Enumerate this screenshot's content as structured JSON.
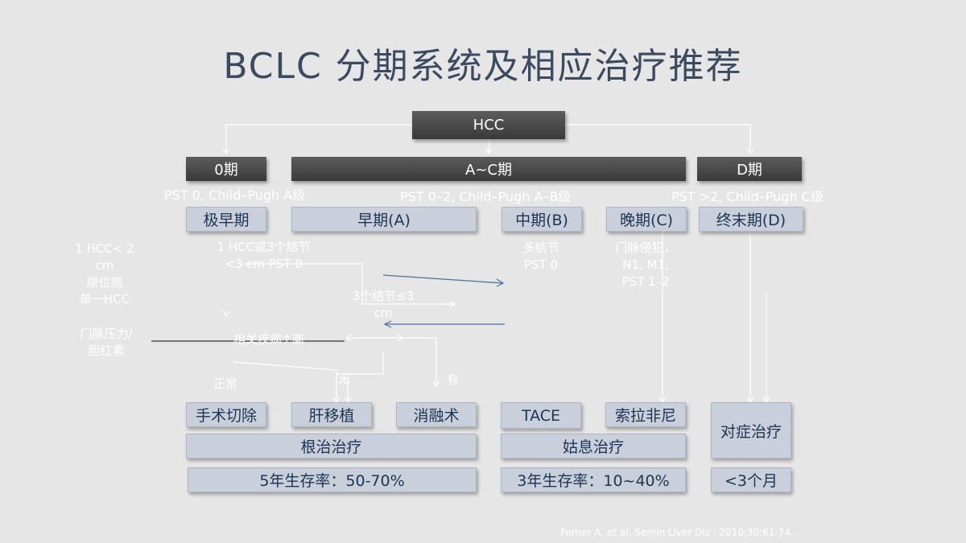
{
  "title": "BCLC 分期系统及相应治疗推荐",
  "root": "HCC",
  "stages": {
    "s0": "0期",
    "sac": "A~C期",
    "sd": "D期"
  },
  "pst": {
    "p0": "PST 0, Child–Pugh A级",
    "pac": "PST 0–2, Child–Pugh A–B级",
    "pd": "PST >2, Child–Pugh C级"
  },
  "substages": {
    "very_early": "极早期",
    "early": "早期(A)",
    "intermediate": "中期(B)",
    "advanced": "晚期(C)",
    "terminal": "终末期(D)"
  },
  "criteria": {
    "very_early_1": "1 HCC< 2",
    "very_early_2": "cm",
    "very_early_3": "原位癌",
    "very_early_4": "单一HCC",
    "early_1": "1 HCC或3个结节",
    "early_2": "<3 cm PST 0",
    "inter_1": "多结节",
    "inter_2": "PST 0",
    "adv_1": "门脉侵犯，",
    "adv_2": "N1, M1,",
    "adv_3": "PST 1–2",
    "nodes_1": "3个结节≤3",
    "nodes_2": "cm",
    "portal_1": "门脉压力/",
    "portal_2": "胆红素",
    "disease": "相关疾病↑高",
    "normal": "正常",
    "no": "无",
    "yes": "有"
  },
  "treatments": {
    "resection": "手术切除",
    "transplant": "肝移植",
    "ablation": "消融术",
    "tace": "TACE",
    "sorafenib": "索拉非尼",
    "symptomatic": "对症治疗"
  },
  "categories": {
    "curative": "根治治疗",
    "palliative": "姑息治疗"
  },
  "survival": {
    "curative": "5年生存率：50-70%",
    "palliative": "3年生存率：10~40%",
    "terminal": "<3个月"
  },
  "citation": "Forner A, et al. Semin Liver Dis . 2010;30:61-74."
}
